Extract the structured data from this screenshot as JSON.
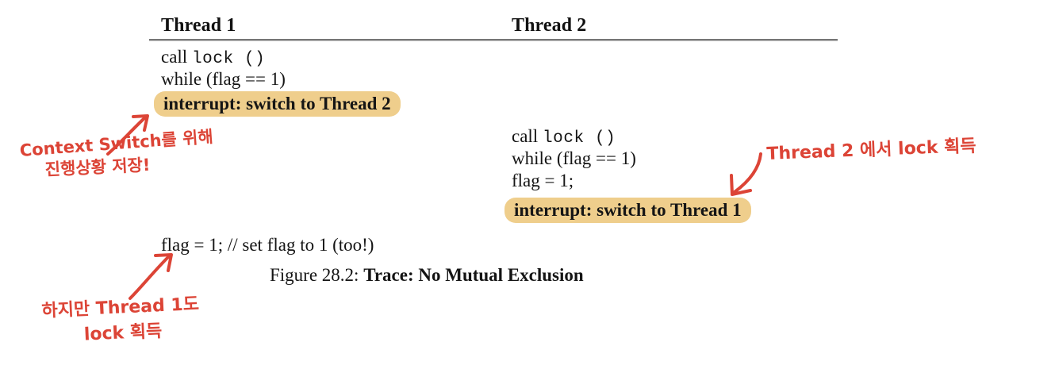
{
  "figure": {
    "caption_prefix": "Figure 28.2: ",
    "caption_bold": "Trace: No Mutual Exclusion",
    "highlight_color": "#efce8c",
    "annotation_color": "#dc4436",
    "rule_color": "#767676"
  },
  "table": {
    "headers": [
      "Thread 1",
      "Thread 2"
    ],
    "thread1": {
      "lines": [
        {
          "prefix": "call ",
          "mono": "lock ()",
          "suffix": ""
        },
        {
          "prefix": "while (flag == 1)",
          "mono": "",
          "suffix": ""
        },
        {
          "prefix": "flag = 1; // set flag to 1 (too!)",
          "mono": "",
          "suffix": ""
        }
      ],
      "highlight": "interrupt: switch to Thread 2"
    },
    "thread2": {
      "lines": [
        {
          "prefix": "call ",
          "mono": "lock ()",
          "suffix": ""
        },
        {
          "prefix": "while (flag == 1)",
          "mono": "",
          "suffix": ""
        },
        {
          "prefix": "flag = 1;",
          "mono": "",
          "suffix": ""
        }
      ],
      "highlight": "interrupt: switch to Thread 1"
    }
  },
  "annotations": {
    "left": {
      "line1": "Context Switch를 위해",
      "line2": "진행상황 저장!",
      "arrow": "arrow-up-right"
    },
    "right": {
      "line1": "Thread 2 에서  lock 획득",
      "arrow": "arrow-down-left"
    },
    "bottom": {
      "line1": "하지만 Thread 1도",
      "line2": "lock 획득",
      "arrow": "arrow-up-right"
    }
  }
}
